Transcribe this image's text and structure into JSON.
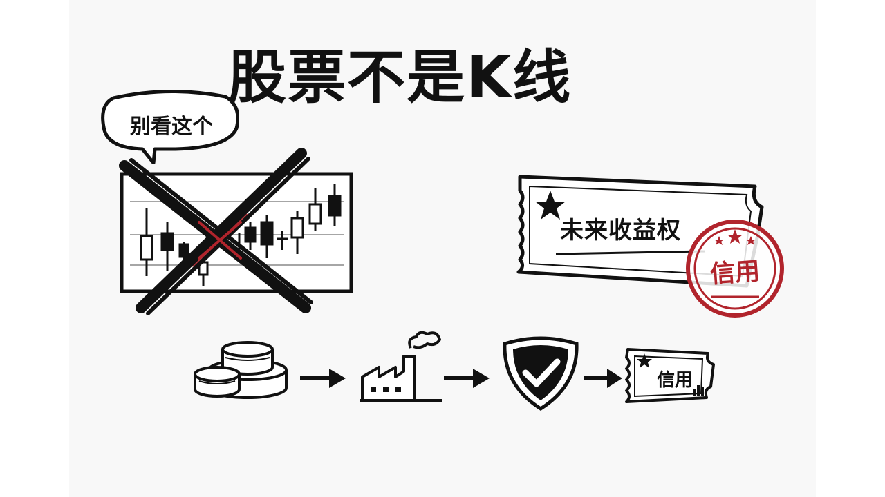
{
  "title": "股票不是K线",
  "speech_bubble": {
    "text": "别看这个"
  },
  "ticket": {
    "text": "未来收益权"
  },
  "stamp": {
    "text": "信用"
  },
  "flow": {
    "small_ticket_text": "信用",
    "steps": [
      "coins-icon",
      "factory-icon",
      "shield-check-icon",
      "credit-ticket-icon"
    ]
  },
  "colors": {
    "ink": "#111111",
    "accent_red": "#b1242c",
    "background": "#f8f8f8"
  }
}
